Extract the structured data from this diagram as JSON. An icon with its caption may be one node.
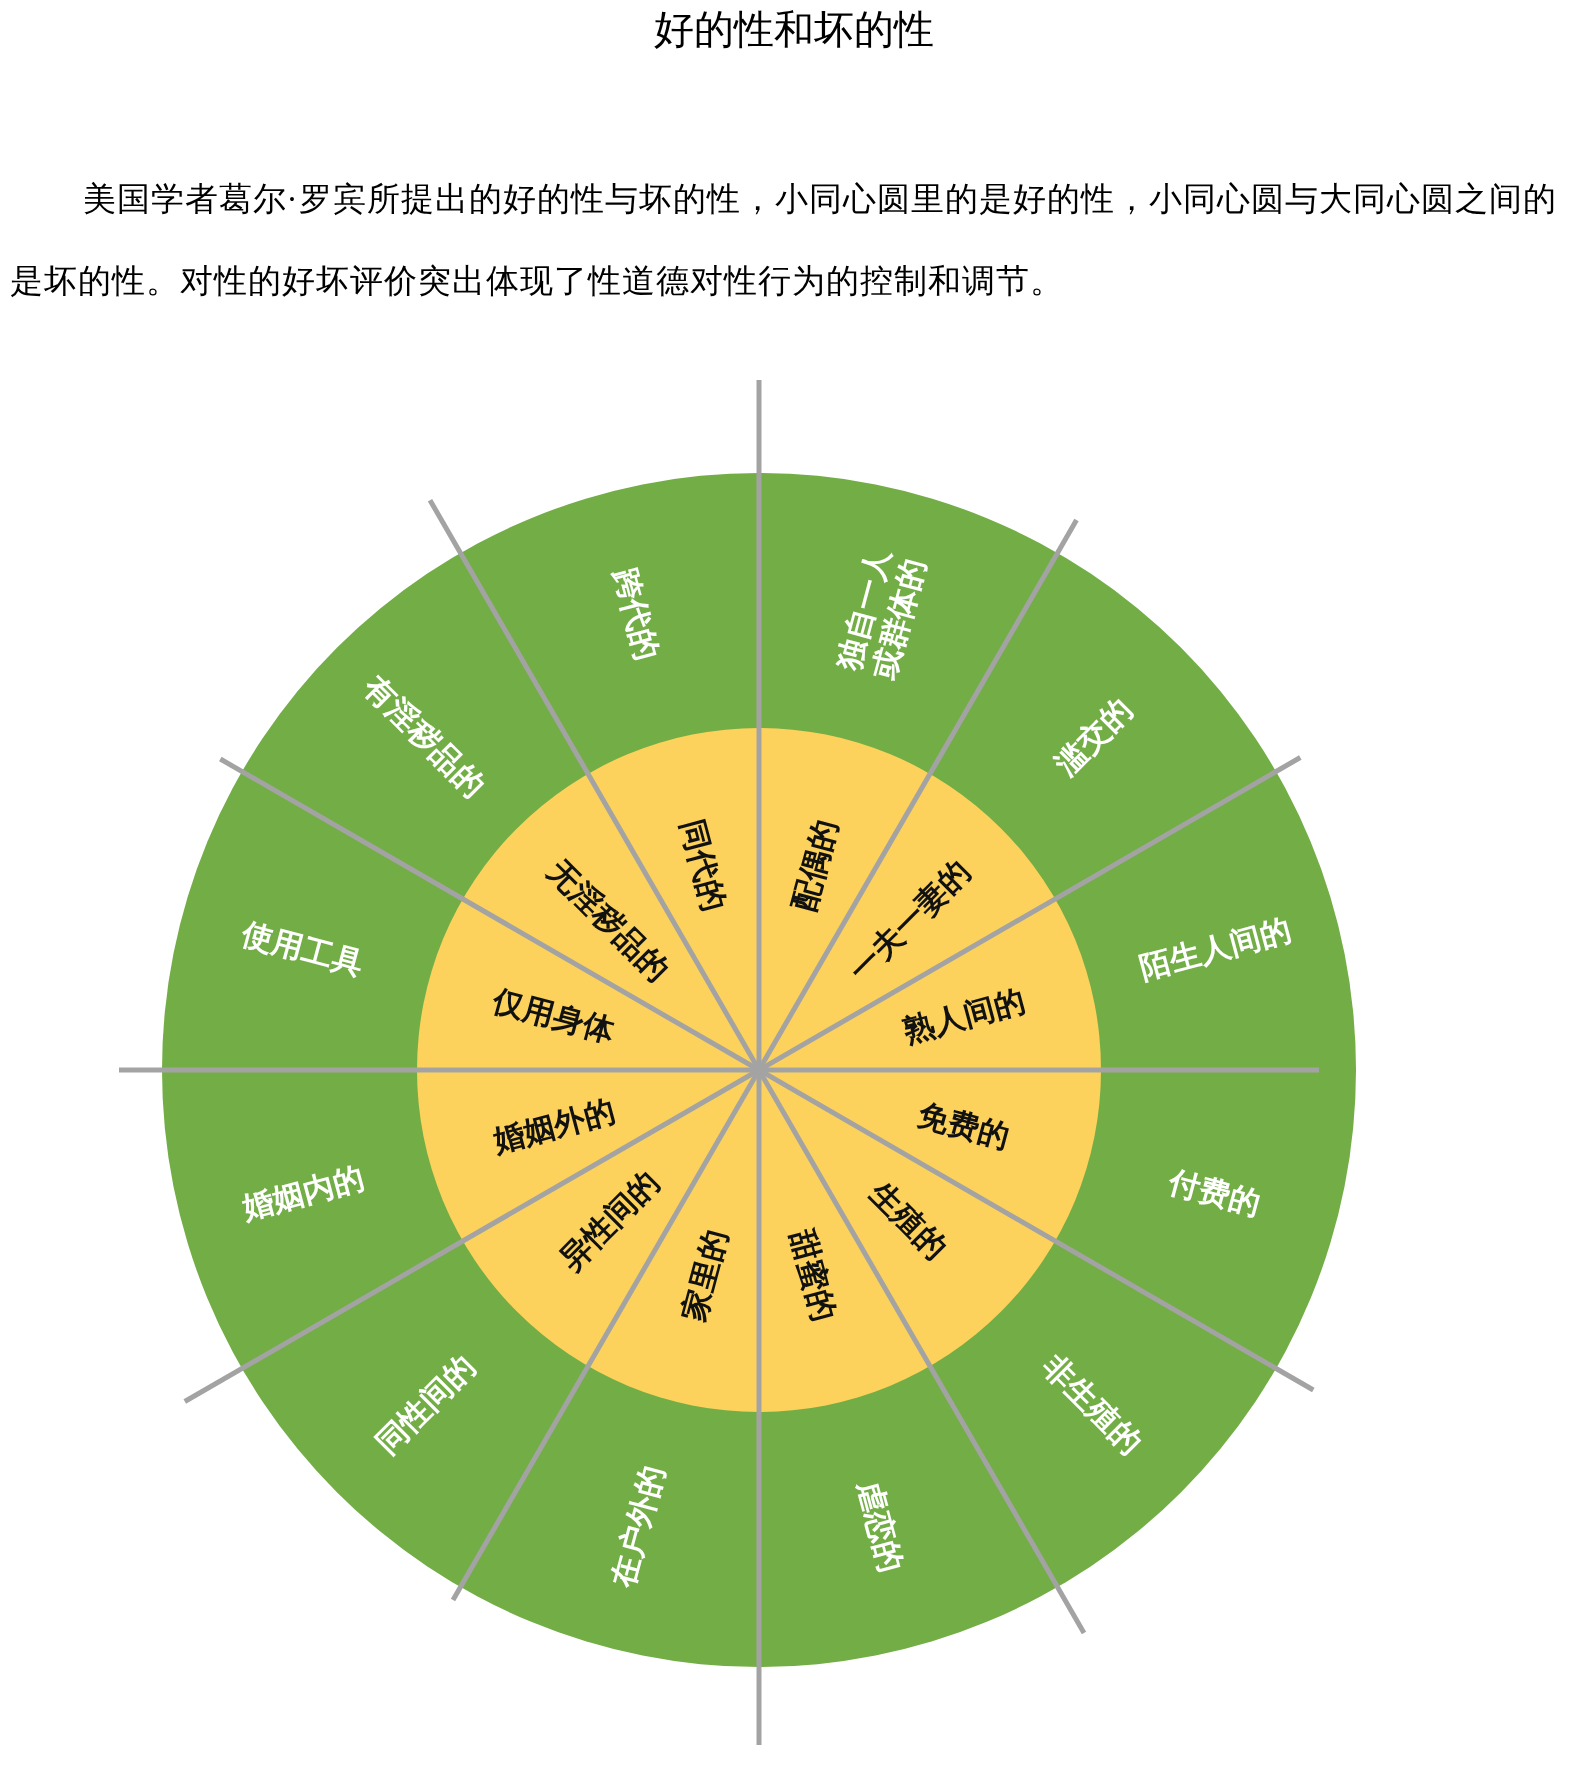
{
  "diagram": {
    "title": "好的性和坏的性",
    "caption": "美国学者葛尔·罗宾所提出的好的性与坏的性，小同心圆里的是好的性，小同心圆与大同心圆之间的是坏的性。对性的好坏评价突出体现了性道德对性行为的控制和调节。",
    "nodes": [
      {
        "text": [
          "配偶的"
        ]
      },
      {
        "text": [
          "一夫一妻的"
        ]
      },
      {
        "text": [
          "熟人间的"
        ]
      },
      {
        "text": [
          "免费的"
        ]
      },
      {
        "text": [
          "生殖的"
        ]
      },
      {
        "text": [
          "甜蜜的"
        ]
      },
      {
        "text": [
          "家里的"
        ]
      },
      {
        "text": [
          "异性间的"
        ]
      },
      {
        "text": [
          "婚姻外的"
        ]
      },
      {
        "text": [
          "仅用身体"
        ]
      },
      {
        "text": [
          "无淫秽品的"
        ]
      },
      {
        "text": [
          "同代的"
        ]
      },
      {
        "text": [
          "独自一人或群体的"
        ]
      },
      {
        "text": [
          "滥交的"
        ]
      },
      {
        "text": [
          "陌生人间的"
        ]
      },
      {
        "text": [
          "付费的"
        ]
      },
      {
        "text": [
          "非生殖的"
        ]
      },
      {
        "text": [
          "虐恋的"
        ]
      },
      {
        "text": [
          "在户外的"
        ]
      },
      {
        "text": [
          "同性间的"
        ]
      },
      {
        "text": [
          "婚姻内的"
        ]
      },
      {
        "text": [
          "使用工具"
        ]
      },
      {
        "text": [
          "有淫秽品的"
        ]
      },
      {
        "text": [
          "跨代的"
        ]
      }
    ]
  }
}
